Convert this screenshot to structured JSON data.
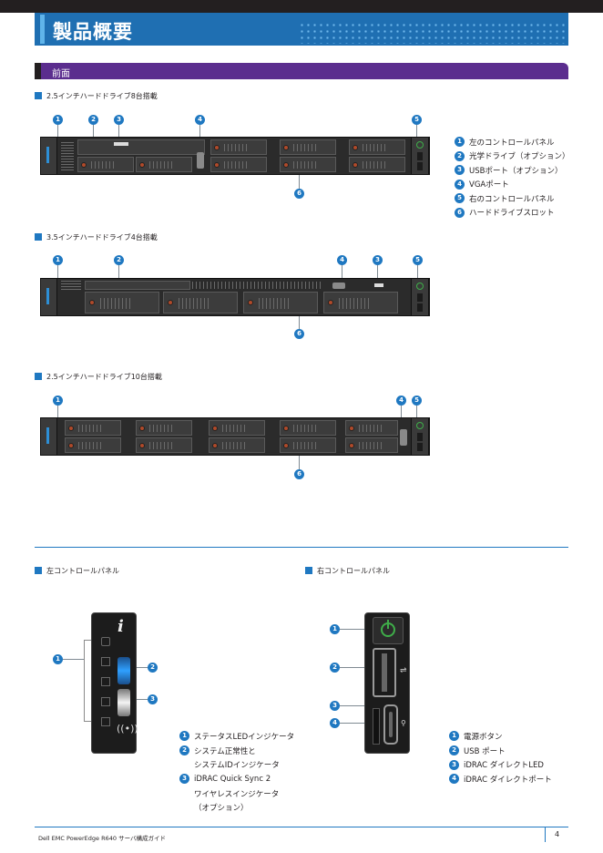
{
  "header": {
    "title": "製品概要"
  },
  "section": {
    "title": "前面"
  },
  "front_views": [
    {
      "label": "2.5インチハードドライブ8台搭載",
      "callouts": [
        "1",
        "2",
        "3",
        "4",
        "5",
        "6"
      ]
    },
    {
      "label": "3.5インチハードドライブ4台搭載",
      "callouts": [
        "1",
        "2",
        "4",
        "3",
        "5",
        "6"
      ]
    },
    {
      "label": "2.5インチハードドライブ10台搭載",
      "callouts": [
        "1",
        "4",
        "5",
        "6"
      ]
    }
  ],
  "front_legend": [
    {
      "n": "1",
      "text": "左のコントロールパネル"
    },
    {
      "n": "2",
      "text": "光学ドライブ（オプション）"
    },
    {
      "n": "3",
      "text": "USBポート（オプション）"
    },
    {
      "n": "4",
      "text": "VGAポート"
    },
    {
      "n": "5",
      "text": "右のコントロールパネル"
    },
    {
      "n": "6",
      "text": "ハードドライブスロット"
    }
  ],
  "left_panel": {
    "heading": "左コントロールパネル",
    "callouts": [
      "1",
      "2",
      "3"
    ],
    "legend": [
      {
        "n": "1",
        "lines": [
          "ステータスLEDインジケータ"
        ]
      },
      {
        "n": "2",
        "lines": [
          "システム正常性と",
          "システムIDインジケータ"
        ]
      },
      {
        "n": "3",
        "lines": [
          "iDRAC Quick Sync 2",
          "ワイヤレスインジケータ",
          "（オプション）"
        ]
      }
    ]
  },
  "right_panel": {
    "heading": "右コントロールパネル",
    "callouts": [
      "1",
      "2",
      "3",
      "4"
    ],
    "legend": [
      {
        "n": "1",
        "text": "電源ボタン"
      },
      {
        "n": "2",
        "text": "USB ポート"
      },
      {
        "n": "3",
        "text": "iDRAC ダイレクトLED"
      },
      {
        "n": "4",
        "text": "iDRAC ダイレクトポート"
      }
    ]
  },
  "footer": {
    "text": "Dell EMC PowerEdge R640 サーバ構成ガイド",
    "page": "4"
  },
  "colors": {
    "accent_blue": "#1f78c1",
    "title_blue": "#1f6fb2",
    "section_purple": "#5b2d8e",
    "power_green": "#3fae49"
  }
}
